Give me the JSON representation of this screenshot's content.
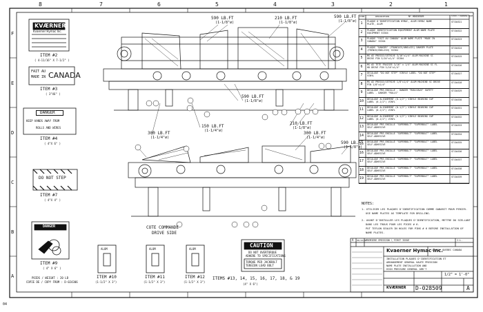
{
  "zones_top": [
    "8",
    "7",
    "6",
    "5",
    "4",
    "3",
    "2",
    "1"
  ],
  "zones_side": [
    "F",
    "E",
    "D",
    "C",
    "B",
    "A"
  ],
  "logo": {
    "brand": "KVÆRNER",
    "subtitle": "Kvaerner Hymac Inc."
  },
  "item2": {
    "label": "ITEM #2",
    "size": "( 4-11/16\" X 7-1/2\" )"
  },
  "canada": {
    "fait_au": "FAIT AU",
    "made_in": "MADE IN",
    "country": "CANADA"
  },
  "item3": {
    "label": "ITEM #3",
    "size": "( 3\"X6\" )"
  },
  "danger": {
    "title": "DANGER",
    "line1": "KEEP HANDS AWAY FROM",
    "line2": "ROLLS AND WIRES"
  },
  "item4": {
    "label": "ITEM #4",
    "size": "( 4\"X 6\" )"
  },
  "dont_step": {
    "text": "DO NOT STEP"
  },
  "item7": {
    "label": "ITEM #7",
    "size": "( 4\"X 4\" )"
  },
  "danger2": {
    "title": "DANGER"
  },
  "item9": {
    "label": "ITEM #9",
    "size": "( 4\" X 6\" )"
  },
  "weight": {
    "line1": "POIDS / WEIGHT : 20 LB",
    "line2": "COPIE DE / COPY FROM : D-024306"
  },
  "load_labels": {
    "a": "590 LB.FT",
    "a2": "(1-1/8\"ø)",
    "b": "210 LB.FT",
    "b2": "(1-1/8\"ø)",
    "c": "590 LB.FT",
    "c2": "(1-1/8\"ø)",
    "d": "590 LB.FT",
    "d2": "(1-1/8\"ø)",
    "e": "150 LB.FT",
    "e2": "(1-1/4\"ø)",
    "f": "300 LB.FT",
    "f2": "(1-1/4\"ø)",
    "g": "210 LB.FT",
    "g2": "(1-1/8\"ø)",
    "h": "300 LB.FT",
    "h2": "(1-1/4\"ø)",
    "i": "590 LB.FT",
    "i2": "(1-1/8\"ø)"
  },
  "drive": {
    "fr": "COTE COMMANDE",
    "en": "DRIVE SIDE"
  },
  "tag_text": "ALUM",
  "item10": {
    "label": "ITEM #10",
    "size": "(1-1/2\" X 3\")"
  },
  "item11": {
    "label": "ITEM #11",
    "size": "(1-1/2\" X 3\")"
  },
  "item12": {
    "label": "ITEM #12",
    "size": "(1-1/2\" X 3\")"
  },
  "caution": {
    "title": "CAUTION",
    "line1": "DO NOT OVERTORQUE",
    "line2": "ADHERE TO SPECIFICATIONS",
    "line3": "TORQUE PER JACKBOLT",
    "line4": "TENSION LEAD BOLT"
  },
  "items13": {
    "label": "ITEMS #13, 14, 15, 16, 17, 18, & 19",
    "size": "(4\" X 6\")"
  },
  "bom": {
    "header": {
      "item": "ITEM",
      "description": "DESCRIPTION",
      "partno": "Nº HD028509",
      "code": "STOCK / DRAWING CODE"
    },
    "rows": [
      {
        "n": "1",
        "desc": "PLAQUE D'IDENTIFICATION HYMAC, ALUM HYMAC NAME PLATE, ALUM",
        "part": "STC04521"
      },
      {
        "n": "2",
        "desc": "PLAQUE IDENTIFICATION EQUIPEMENT ALUM NAME PLATE EQUIPMENT SS304",
        "part": "STC04522"
      },
      {
        "n": "3",
        "desc": "PLAQUE \"FAIT AU CANADA\" ALUM NAME PLATE \"MADE IN CANADA\" SS304",
        "part": "STC04523"
      },
      {
        "n": "4",
        "desc": "PLAQUE \"DANGER\" (FRANCAIS/ANGLAIS) DANGER PLATE (FRENCH/ENGLISH) SS304",
        "part": "STC04524"
      },
      {
        "n": "5",
        "desc": "MS #2 PRESSE/SETRIVE 3/16\"x1/4\" ALUM MACHINE SC DRIVE PIN 3/16\"x1/4\" SS304",
        "part": "STC04525"
      },
      {
        "n": "6",
        "desc": "MS #2 TETE FRAISEE 3/16\" x 1/4\" ALUM MACHINE SC FL HD DRIVE PIN 3/16\"x1/4\"",
        "part": "STC04526"
      },
      {
        "n": "7",
        "desc": "DECALQUE \"DO NOT STEP\" VINYLE LABEL \"DO NOT STEP\" VINYL",
        "part": "STC04527"
      },
      {
        "n": "8",
        "desc": "MS #2 PRESSE/SETRIVE 1/8\"x1/4\" ALUM MACHINE SC DRIVE PIN 1/8\"x1/4\"",
        "part": "STC04528"
      },
      {
        "n": "9",
        "desc": "DECALQUE PRE-ENCOLLE - DANGER \"ROULEAUX\" SAFETY LABEL - DANGER \"ROLLS\"",
        "part": "STC04529"
      },
      {
        "n": "10",
        "desc": "DECALQUE ALIGNEMENT (0-1/2\") VINYLE BEARING CAP LABEL (0-1/2\") VINYL",
        "part": "STC04530"
      },
      {
        "n": "11",
        "desc": "DECALQUE ALIGNEMENT (0-1/2\") VINYLE BEARING CAP LABEL (0-1/2\") VINYL",
        "part": "STC04531"
      },
      {
        "n": "12",
        "desc": "DECALQUE ALIGNEMENT (0-1/2\") VINYLE BEARING CAP LABEL (0-1/2\") VINYL",
        "part": "STC04532"
      },
      {
        "n": "13",
        "desc": "DECALQUE PRE-ENCOLLE \"SUPERBOLT\" \"SUPERBOLT\" LABEL SELF-ADHESIVE",
        "part": "STC04533"
      },
      {
        "n": "14",
        "desc": "DECALQUE PRE-ENCOLLE \"SUPERBOLT\" \"SUPERBOLT\" LABEL SELF-ADHESIVE",
        "part": "STC04534"
      },
      {
        "n": "15",
        "desc": "DECALQUE PRE-ENCOLLE \"SUPERBOLT\" \"SUPERBOLT\" LABEL SELF-ADHESIVE",
        "part": "STC04535"
      },
      {
        "n": "16",
        "desc": "DECALQUE PRE-ENCOLLE \"SUPERBOLT\" \"SUPERBOLT\" LABEL SELF-ADHESIVE",
        "part": "STC04536"
      },
      {
        "n": "17",
        "desc": "DECALQUE PRE-ENCOLLE \"SUPERBOLT\" \"SUPERBOLT\" LABEL SELF-ADHESIVE",
        "part": "STC04537"
      },
      {
        "n": "18",
        "desc": "DECALQUE PRE-ENCOLLE \"SUPERBOLT\" \"SUPERBOLT\" LABEL SELF-ADHESIVE",
        "part": "STC04538"
      },
      {
        "n": "19",
        "desc": "DECALQUE PRE-ENCOLLE \"SUPERBOLT\" \"SUPERBOLT\" LABEL SELF-ADHESIVE",
        "part": "STC04539"
      }
    ]
  },
  "notes": {
    "title": "NOTES:",
    "n1_fr": "1- UTILISER LES PLAQUES D'IDENTIFICATION COMME GABARIT POUR PERCER.",
    "n1_en": "USE NAME PLATES AS TEMPLATE FOR DRILLING.",
    "n2_fr": "2- AVANT D'INSTALLER LES PLAQUES D'IDENTIFICATION, METTRE DU SCELLANT",
    "n2_fr2": "DANS LES TROUS POUR LES PIGES # 6.",
    "n2_en": "PUT TEFLON SEALER IN HOLES FOR PINS # 6 BEFORE INSTALLATION OF",
    "n2_en2": "NAME PLATES."
  },
  "revision": {
    "rev": "A",
    "date": "96/12/06",
    "desc": "PREMIERE EMISSION \\ FIRST ISSUE",
    "by": "J.L."
  },
  "title_block": {
    "company": "Kvaerner Hymac Inc.",
    "location": "LAVAL, QUEBEC CANADA",
    "title1": "INSTALLATION PLAQUES D'IDENTIFICATION ET",
    "title2": "ARRANGEMENT GENERAL HAUTE PRESSION",
    "title3": "NAME PLATE INSTALLATION AND",
    "title4": "HIGH PRESSURE GENERAL ARR'T",
    "scale": "1/2\" = 1'-0\"",
    "drawing_no": "D-028509",
    "sheet_rev": "A",
    "brand": "KVÆRNER"
  },
  "corner": "04"
}
